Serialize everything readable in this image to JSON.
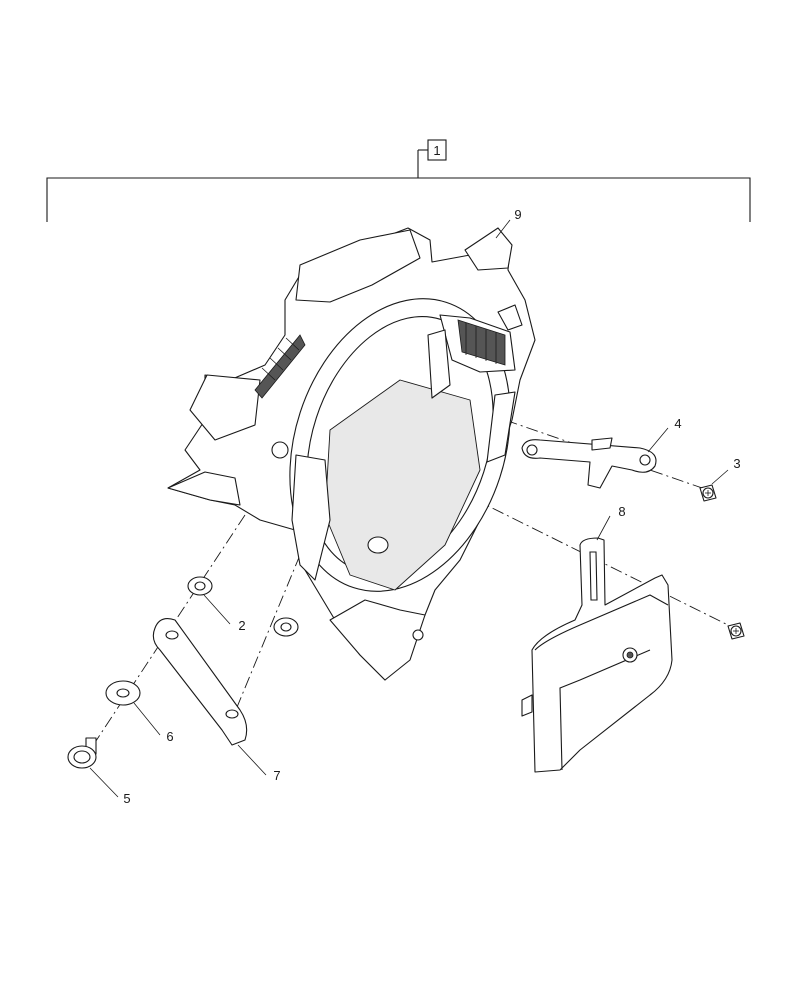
{
  "callouts": {
    "assembly": "1",
    "washer_upper": "2",
    "screw_right": "3",
    "clip": "4",
    "pin": "5",
    "washer_lower": "6",
    "strap": "7",
    "cover": "8",
    "housing": "9"
  }
}
